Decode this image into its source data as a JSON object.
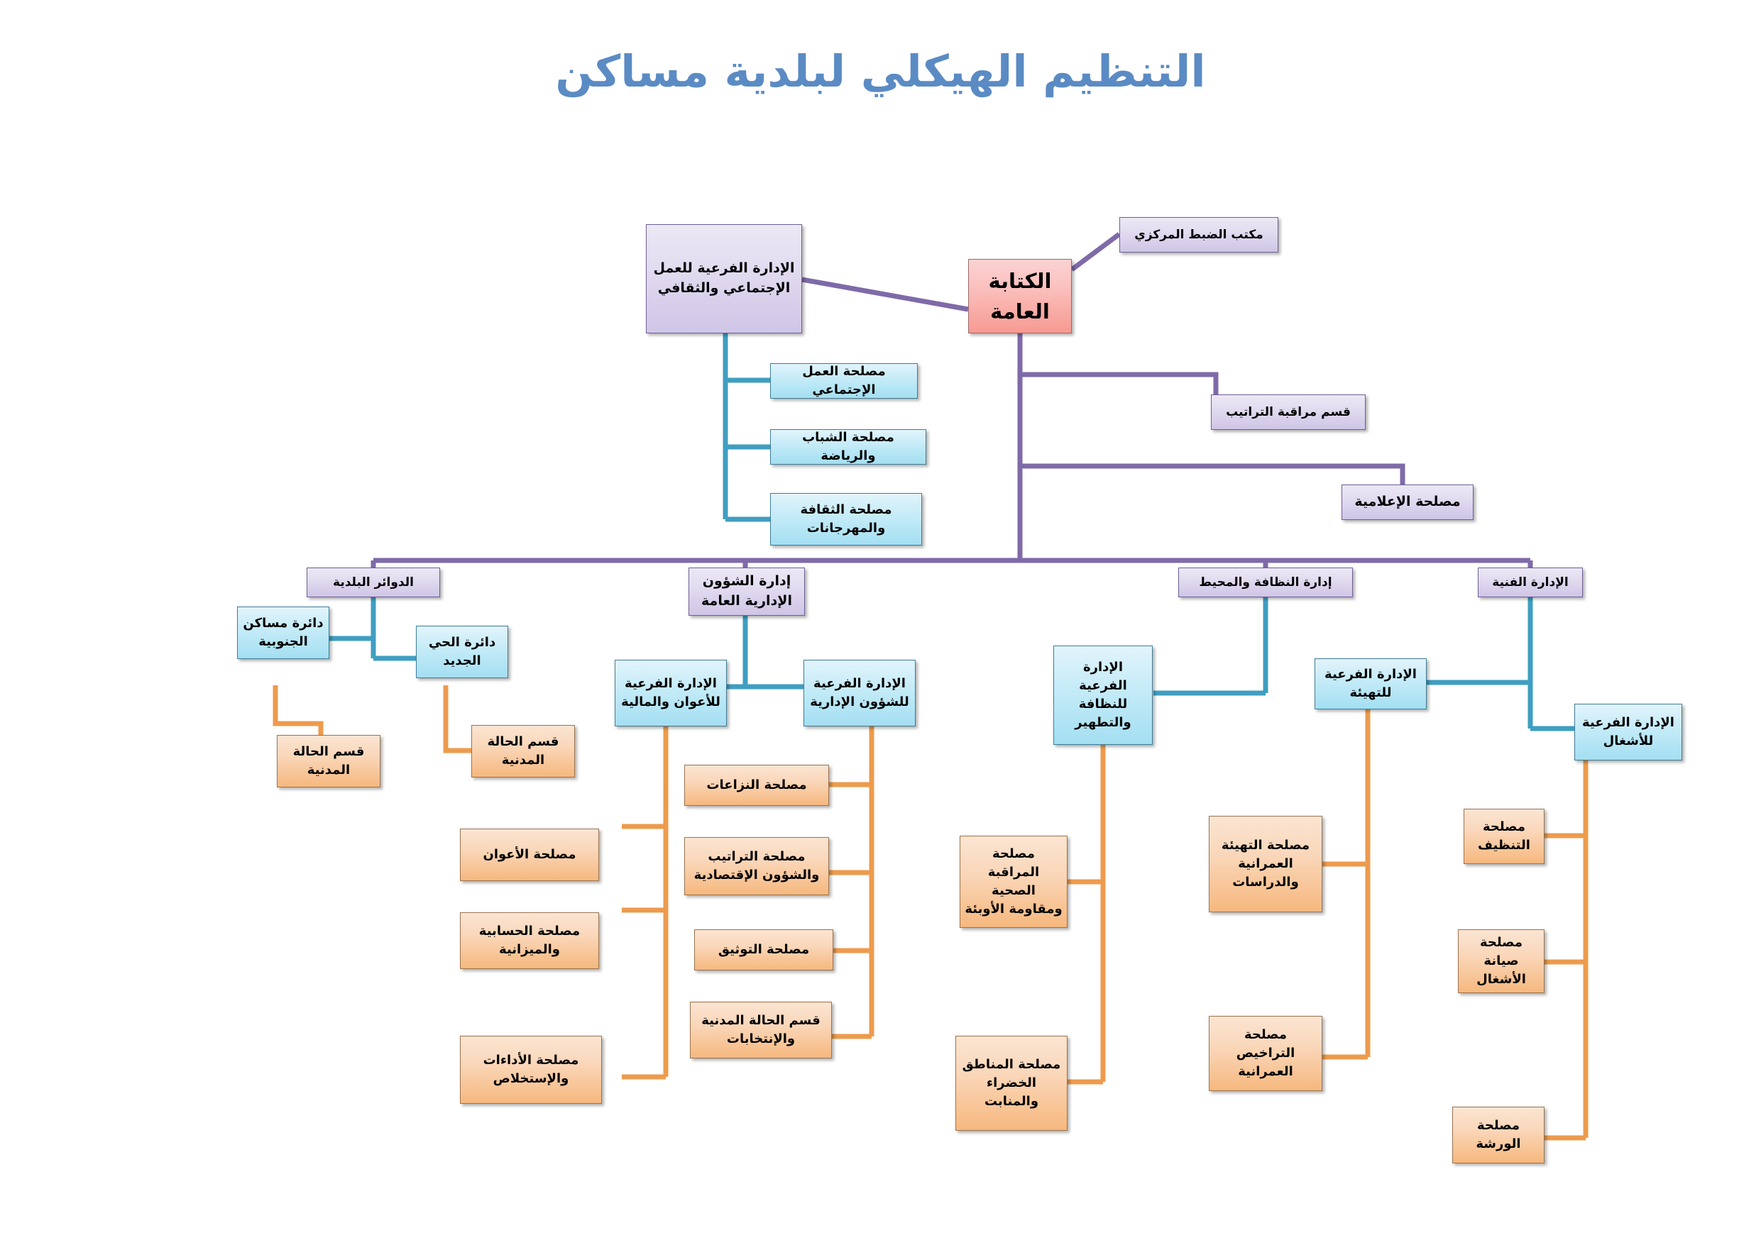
{
  "title": "التنظيم الهيكلي لبلدية مساكن",
  "colors": {
    "title": "#5b8bc4",
    "root_box": "#f79a92",
    "level1_box": "#cfc5e6",
    "level2_box": "#a3dff2",
    "leaf_box": "#f6b87e",
    "connector_purple": "#7f6aa8",
    "connector_cyan": "#3f9ec1",
    "connector_orange": "#ed9b4d"
  },
  "root": {
    "label": "الكتابة العامة"
  },
  "top_level": {
    "central_registry": "مكتب الضبط المركزي",
    "social_cultural_subdirectorate": "الإدارة الفرعية للعمل الإجتماعي والثقافي",
    "regulations_control_section": "قسم مراقبة التراتيب",
    "informatics_service": "مصلحة الإعلامية"
  },
  "social_cultural_children": [
    "مصلحة العمل الإجتماعي",
    "مصلحة الشباب والرياضة",
    "مصلحة الثقافة والمهرجانات"
  ],
  "directorates": [
    {
      "id": "municipal-districts",
      "label": "الدوائر البلدية",
      "children": [
        {
          "label": "دائرة مساكن الجنوبية",
          "children": [
            "قسم الحالة المدنية"
          ]
        },
        {
          "label": "دائرة الحي الجديد",
          "children": [
            "قسم الحالة المدنية"
          ]
        }
      ]
    },
    {
      "id": "general-administrative-affairs",
      "label": "إدارة الشؤون الإدارية العامة",
      "children": [
        {
          "label": "الإدارة الفرعية للأعوان والمالية",
          "children": [
            "مصلحة الأعوان",
            "مصلحة الحسابية والميزانية",
            "مصلحة الأداءات والإستخلاص"
          ]
        },
        {
          "label": "الإدارة الفرعية للشؤون الإدارية",
          "children": [
            "مصلحة النزاعات",
            "مصلحة التراتيب والشؤون الإقتصادية",
            "مصلحة التوثيق",
            "قسم الحالة المدنية والإنتخابات"
          ]
        }
      ]
    },
    {
      "id": "hygiene-environment",
      "label": "إدارة النظافة والمحيط",
      "children": [
        {
          "label": "الإدارة الفرعية للنظافة والتطهير",
          "children": [
            "مصلحة المراقبة الصحية ومقاومة الأوبئة",
            "مصلحة المناطق الخضراء والمنابت"
          ]
        }
      ]
    },
    {
      "id": "technical-directorate",
      "label": "الإدارة الفنية",
      "children": [
        {
          "label": "الإدارة الفرعية للتهيئة",
          "children": [
            "مصلحة التهيئة العمرانية والدراسات",
            "مصلحة التراخيص العمرانية"
          ]
        },
        {
          "label": "الإدارة الفرعية للأشغال",
          "children": [
            "مصلحة التنظيف",
            "مصلحة صيانة الأشغال",
            "مصلحة الورشة"
          ]
        }
      ]
    }
  ]
}
